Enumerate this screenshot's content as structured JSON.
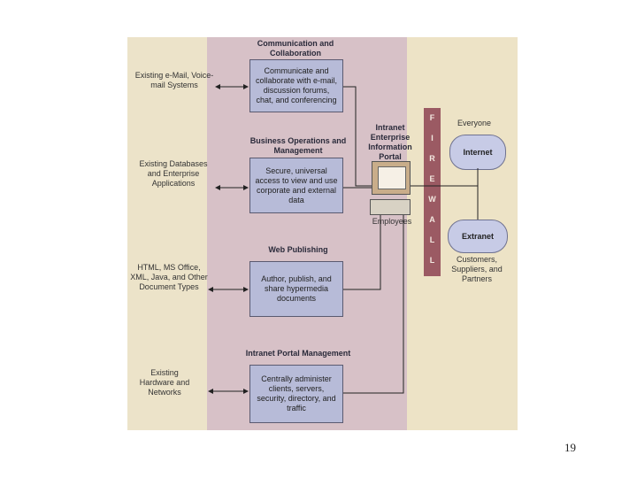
{
  "diagram": {
    "sources": [
      "Existing e-Mail, Voice-mail Systems",
      "Existing Databases and Enterprise Applications",
      "HTML, MS Office, XML, Java, and Other Document Types",
      "Existing Hardware and Networks"
    ],
    "section_titles": [
      "Communication and Collaboration",
      "Business Operations and Management",
      "Web Publishing",
      "Intranet Portal Management"
    ],
    "boxes": [
      "Communicate and collaborate with e-mail, discussion forums, chat, and conferencing",
      "Secure, universal access to view and use corporate and external data",
      "Author, publish, and share hypermedia documents",
      "Centrally administer clients, servers, security, directory, and traffic"
    ],
    "portal_label": "Intranet Enterprise Information Portal",
    "employees_label": "Employees",
    "firewall_letters": [
      "F",
      "I",
      "R",
      "E",
      "W",
      "A",
      "L",
      "L"
    ],
    "everyone_label": "Everyone",
    "internet_label": "Internet",
    "extranet_label": "Extranet",
    "partners_label": "Customers, Suppliers, and Partners"
  },
  "page_number": "19"
}
